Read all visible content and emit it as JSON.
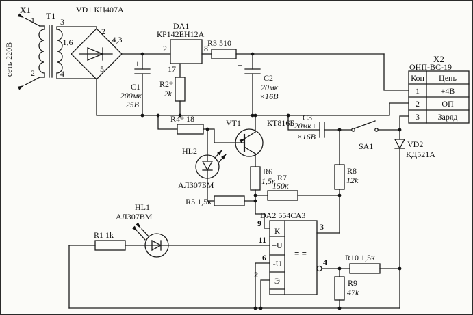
{
  "x1": {
    "designator": "X1",
    "net": "сеть 220В",
    "pin1": "1",
    "pin2": "2"
  },
  "t1": {
    "designator": "Т1",
    "pin3": "3",
    "pin4": "4"
  },
  "vd1": {
    "label": "VD1 КЦ407А",
    "pin16": "1,6",
    "pin2": "2",
    "pin43": "4,3",
    "pin5": "5"
  },
  "da1": {
    "designator": "DA1",
    "part": "КР142ЕН12А",
    "pin_in": "2",
    "pin_out": "8",
    "pin_adj": "17"
  },
  "c1": {
    "designator": "C1",
    "value": "200мк",
    "voltage": "25В",
    "polarity": "+"
  },
  "c2": {
    "designator": "C2",
    "value": "20мк",
    "voltage": "×16В",
    "polarity": "+"
  },
  "c3": {
    "designator": "C3",
    "value": "20мк+",
    "voltage": "×16В"
  },
  "r1": {
    "label": "R1 1k"
  },
  "r2": {
    "designator": "R2*",
    "value": "2k"
  },
  "r3": {
    "label": "R3 510"
  },
  "r4": {
    "label": "R4* 18"
  },
  "r5": {
    "label": "R5 1,5к"
  },
  "r6": {
    "designator": "R6",
    "value": "1,5к"
  },
  "r7": {
    "designator": "R7",
    "value": "150к"
  },
  "r8": {
    "designator": "R8",
    "value": "12k"
  },
  "r9": {
    "designator": "R9",
    "value": "47k"
  },
  "r10": {
    "label": "R10 1,5к"
  },
  "vt1": {
    "designator": "VT1",
    "part": "КТ816Б"
  },
  "hl1": {
    "designator": "HL1",
    "part": "АЛ307ВМ"
  },
  "hl2": {
    "designator": "HL2",
    "part": "АЛ307БМ"
  },
  "da2": {
    "label": "DA2 554СА3",
    "pin9": "9",
    "pin11": "11",
    "pin6": "6",
    "pin2": "2",
    "pin3": "3",
    "pin4": "4",
    "cells": {
      "k": "К",
      "pu": "+U",
      "mu": "-U",
      "e": "Э"
    },
    "symbol": "= ="
  },
  "sa1": {
    "designator": "SA1"
  },
  "vd2": {
    "designator": "VD2",
    "part": "КД521А"
  },
  "x2": {
    "designator": "X2",
    "part": "ОНП-ВС-19",
    "header": {
      "pin": "Кон",
      "circuit": "Цепь"
    },
    "rows": [
      {
        "pin": "1",
        "circuit": "+4В"
      },
      {
        "pin": "2",
        "circuit": "ОП"
      },
      {
        "pin": "3",
        "circuit": "Заряд"
      }
    ]
  }
}
